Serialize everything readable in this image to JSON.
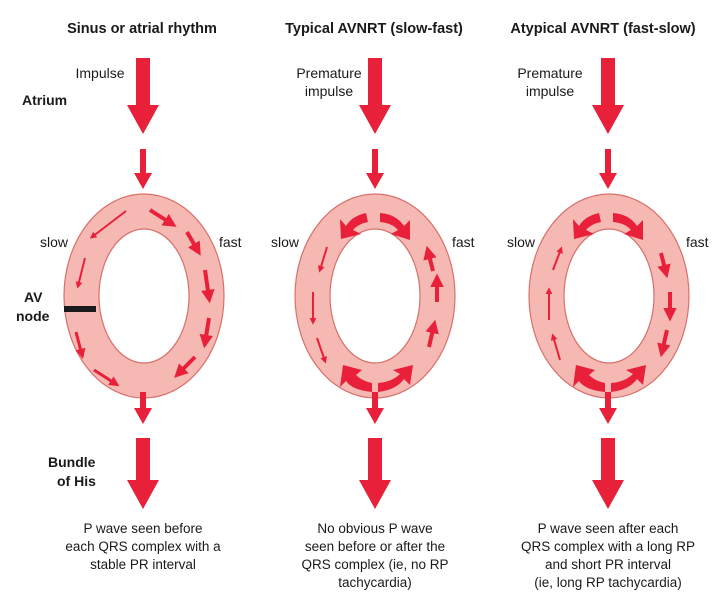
{
  "side_labels": {
    "atrium": "Atrium",
    "av_node": [
      "AV",
      "node"
    ],
    "bundle": [
      "Bundle",
      "of His"
    ]
  },
  "colors": {
    "arrow": "#e8203a",
    "ring_fill": "#f6b8b3",
    "ring_stroke": "#d8706b",
    "block_bar": "#1a1a1a"
  },
  "panels": [
    {
      "title": "Sinus or atrial rhythm",
      "input_label": [
        "Impulse"
      ],
      "slow_label": "slow",
      "fast_label": "fast",
      "caption": [
        "P wave seen before",
        "each QRS complex with a",
        "stable PR interval"
      ]
    },
    {
      "title": "Typical AVNRT (slow-fast)",
      "input_label": [
        "Premature",
        "impulse"
      ],
      "slow_label": "slow",
      "fast_label": "fast",
      "caption": [
        "No obvious P wave",
        "seen before or after the",
        "QRS complex (ie, no RP",
        "tachycardia)"
      ]
    },
    {
      "title": "Atypical AVNRT (fast-slow)",
      "input_label": [
        "Premature",
        "impulse"
      ],
      "slow_label": "slow",
      "fast_label": "fast",
      "caption": [
        "P wave seen after each",
        "QRS complex with a long RP",
        "and short PR interval",
        "(ie, long RP tachycardia)"
      ]
    }
  ]
}
